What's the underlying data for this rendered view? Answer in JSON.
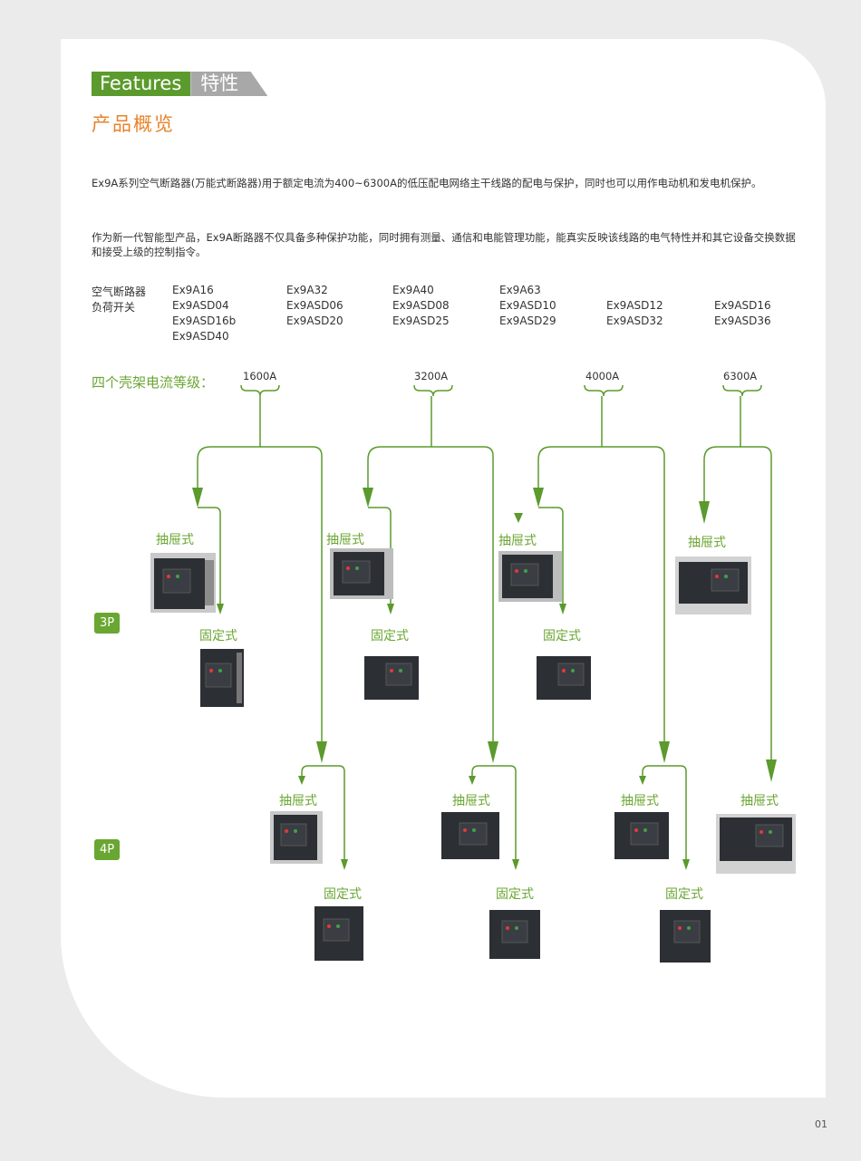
{
  "header": {
    "tab_en": "Features",
    "tab_zh": "特性"
  },
  "title": "产品概览",
  "paragraphs": [
    "Ex9A系列空气断路器(万能式断路器)用于额定电流为400~6300A的低压配电网络主干线路的配电与保护，同时也可以用作电动机和发电机保护。",
    "作为新一代智能型产品，Ex9A断路器不仅具备多种保护功能，同时拥有测量、通信和电能管理功能，能真实反映该线路的电气特性并和其它设备交换数据和接受上级的控制指令。"
  ],
  "models": {
    "breaker_label": "空气断路器",
    "breakers": [
      "Ex9A16",
      "Ex9A32",
      "Ex9A40",
      "Ex9A63"
    ],
    "switch_label": "负荷开关",
    "switches_row1": [
      "Ex9ASD04",
      "Ex9ASD06",
      "Ex9ASD08",
      "Ex9ASD10",
      "Ex9ASD12",
      "Ex9ASD16"
    ],
    "switches_row2": [
      "Ex9ASD16b",
      "Ex9ASD20",
      "Ex9ASD25",
      "Ex9ASD29",
      "Ex9ASD32",
      "Ex9ASD36"
    ],
    "switches_row3": [
      "Ex9ASD40"
    ]
  },
  "frame_levels": {
    "label": "四个壳架电流等级：",
    "currents": [
      "1600A",
      "3200A",
      "4000A",
      "6300A"
    ]
  },
  "variants": {
    "drawout": "抽屉式",
    "fixed": "固定式"
  },
  "poles": {
    "p3": "3P",
    "p4": "4P"
  },
  "colors": {
    "accent_green": "#5b9a2c",
    "orange": "#e8832a",
    "device_dark": "#2c2f33"
  },
  "page_number": "01"
}
